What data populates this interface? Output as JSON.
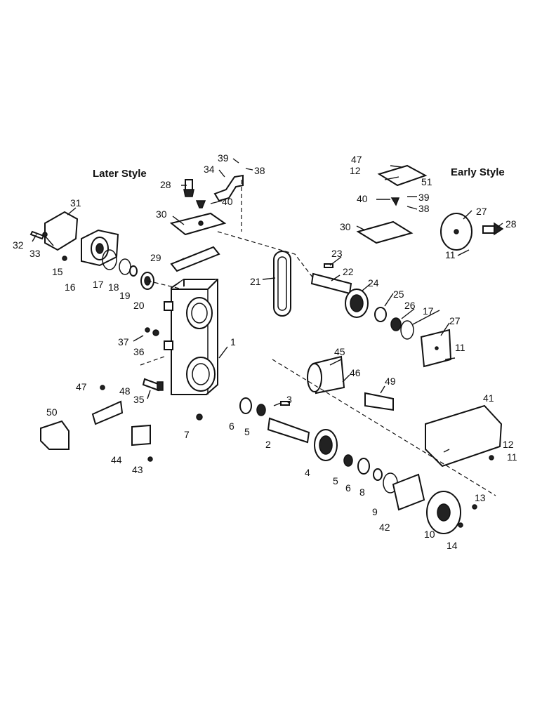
{
  "headings": {
    "later_style": "Later Style",
    "early_style": "Early Style"
  },
  "callouts": [
    "1",
    "2",
    "3",
    "4",
    "5",
    "5",
    "6",
    "6",
    "7",
    "8",
    "9",
    "10",
    "11",
    "11",
    "11",
    "12",
    "12",
    "13",
    "14",
    "15",
    "16",
    "17",
    "17",
    "18",
    "19",
    "20",
    "21",
    "22",
    "23",
    "24",
    "25",
    "26",
    "27",
    "27",
    "28",
    "28",
    "29",
    "30",
    "30",
    "31",
    "32",
    "33",
    "34",
    "35",
    "36",
    "37",
    "38",
    "38",
    "39",
    "39",
    "40",
    "40",
    "41",
    "42",
    "43",
    "44",
    "45",
    "46",
    "47",
    "47",
    "48",
    "49",
    "50",
    "51"
  ]
}
